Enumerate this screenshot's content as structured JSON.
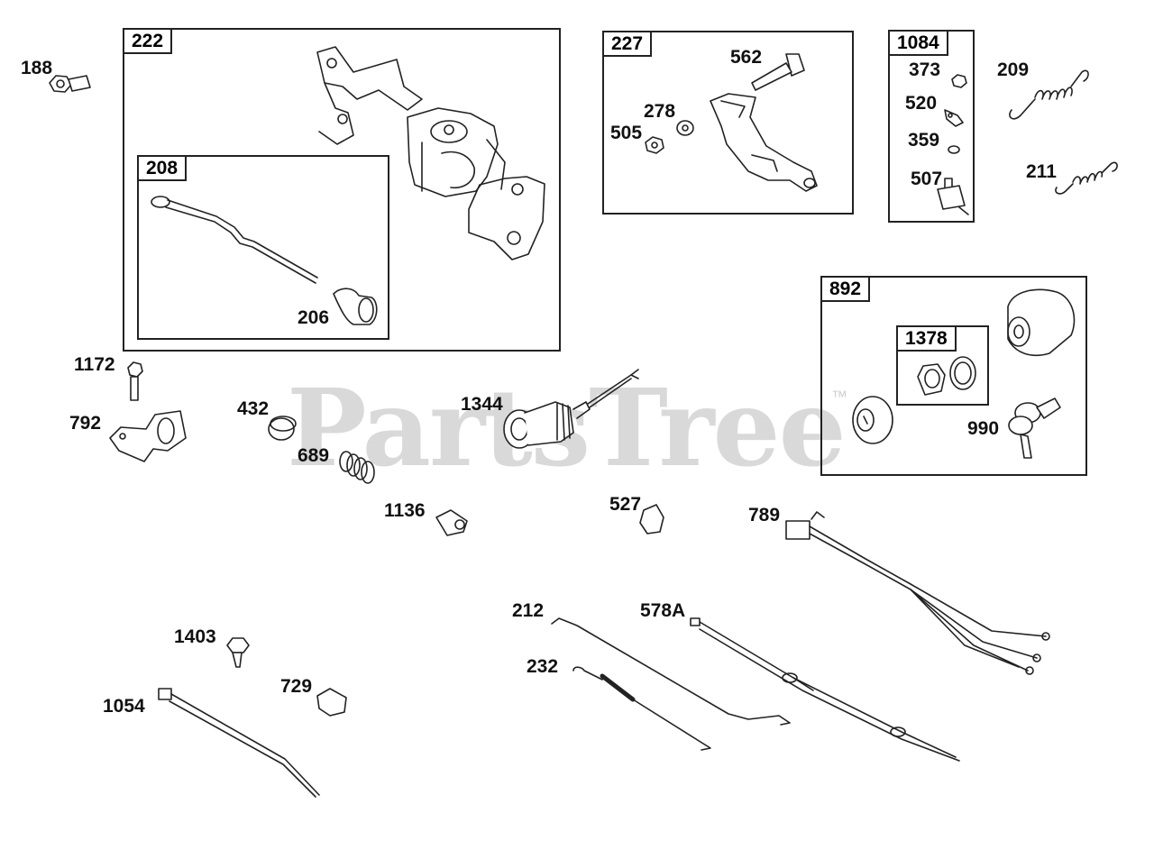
{
  "watermark": {
    "text": "PartsTree",
    "trademark": "™"
  },
  "groups": [
    {
      "id": "g222",
      "label": "222"
    },
    {
      "id": "g208",
      "label": "208"
    },
    {
      "id": "g227",
      "label": "227"
    },
    {
      "id": "g1084",
      "label": "1084"
    },
    {
      "id": "g892",
      "label": "892"
    },
    {
      "id": "g1378",
      "label": "1378"
    }
  ],
  "labels": {
    "p188": "188",
    "p206": "206",
    "p562": "562",
    "p278": "278",
    "p505": "505",
    "p373": "373",
    "p520": "520",
    "p359": "359",
    "p507": "507",
    "p209": "209",
    "p211": "211",
    "p1172": "1172",
    "p792": "792",
    "p432": "432",
    "p689": "689",
    "p1136": "1136",
    "p1344": "1344",
    "p527": "527",
    "p990": "990",
    "p789": "789",
    "p212": "212",
    "p578A": "578A",
    "p232": "232",
    "p1403": "1403",
    "p1054": "1054",
    "p729": "729"
  }
}
